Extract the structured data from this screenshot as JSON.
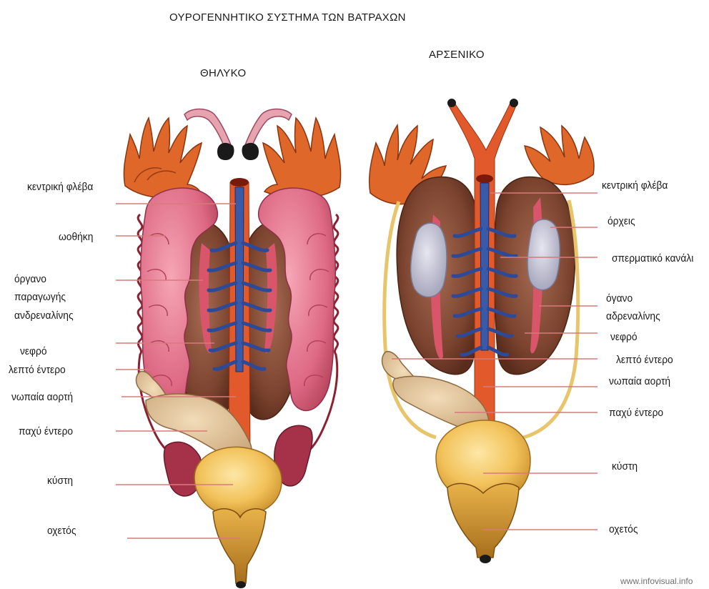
{
  "title": "ΟΥΡΟΓΕΝΝΗΤΙΚΟ ΣΥΣΤΗΜΑ ΤΩΝ ΒΑΤΡΑΧΩΝ",
  "female": {
    "heading": "ΘΗΛΥΚΟ",
    "labels": {
      "central_vein": "κεντρική φλέβα",
      "ovary": "ωοθήκη",
      "adrenal_line1": "όργανο",
      "adrenal_line2": "παραγωγής",
      "adrenal_line3": "ανδρεναλίνης",
      "kidney": "νεφρό",
      "small_intestine": "λεπτό έντερο",
      "dorsal_aorta": "νωπαία αορτή",
      "large_intestine": "παχύ έντερο",
      "bladder": "κύστη",
      "cloaca": "οχετός"
    }
  },
  "male": {
    "heading": "ΑΡΣΕΝΙΚΟ",
    "labels": {
      "central_vein": "κεντρική φλέβα",
      "testes": "όρχεις",
      "sperm_duct": "σπερματικό κανάλι",
      "adrenal_line1": "όγανο",
      "adrenal_line2": "αδρεναλίνης",
      "kidney": "νεφρό",
      "small_intestine": "λεπτό έντερο",
      "dorsal_aorta": "νωπαία αορτή",
      "large_intestine": "παχύ έντερο",
      "bladder": "κύστη",
      "cloaca": "οχετός"
    }
  },
  "watermark": "www.infovisual.info"
}
